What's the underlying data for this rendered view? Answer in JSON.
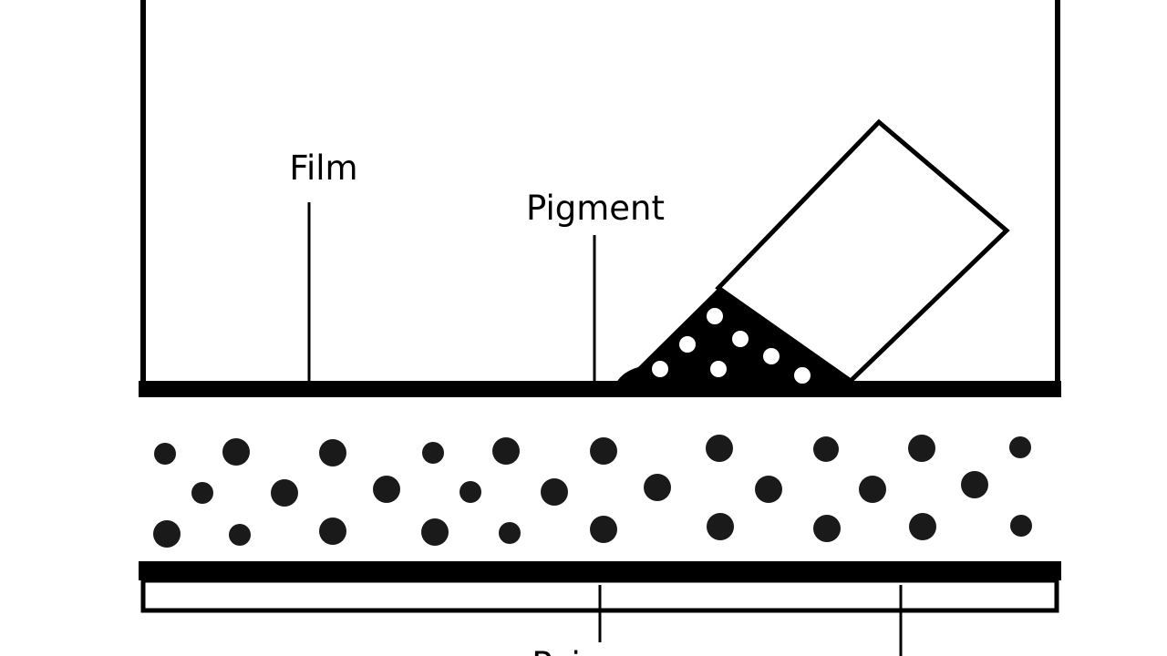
{
  "labels": {
    "film": "Film",
    "pigment": "Pigment",
    "bottom_partial": "Pai"
  },
  "colors": {
    "ink": "#000000",
    "dot": "#1a1a1a",
    "paper": "#ffffff"
  }
}
